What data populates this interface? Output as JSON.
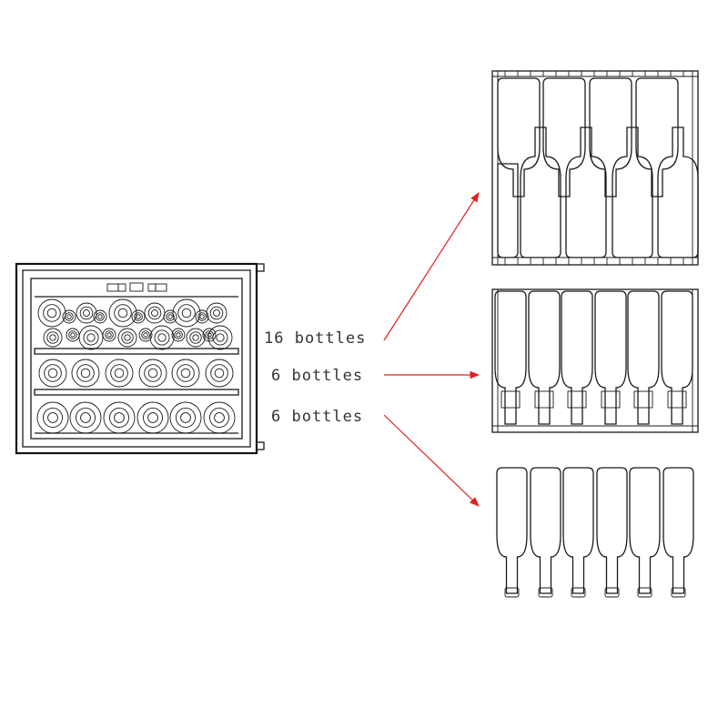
{
  "labels": {
    "top_shelf": "16 bottles",
    "middle_shelf": "6 bottles",
    "bottom_shelf": "6 bottles"
  },
  "colors": {
    "line": "#1a1a1a",
    "arrow": "#e02020",
    "text": "#333333"
  }
}
